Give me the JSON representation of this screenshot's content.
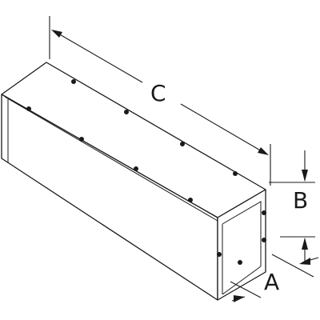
{
  "diagram": {
    "dimension_labels": {
      "length": "C",
      "height": "B",
      "width": "A"
    },
    "colors": {
      "line": "#1a1a1a",
      "background": "#ffffff"
    }
  }
}
